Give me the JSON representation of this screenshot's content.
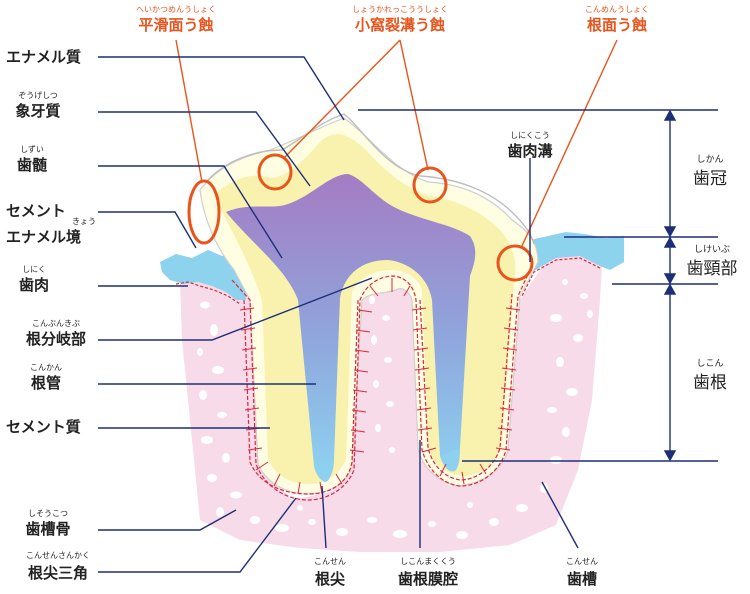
{
  "caries": {
    "smooth_surface": {
      "label": "平滑面う蝕",
      "ruby": "へいかつめんうしょく"
    },
    "pit_fissure": {
      "label": "小窩裂溝う蝕",
      "ruby": "しょうかれっこううしょく"
    },
    "root_surface": {
      "label": "根面う蝕",
      "ruby": "こんめんうしょく"
    }
  },
  "left_labels": {
    "enamel": {
      "label": "エナメル質",
      "ruby": ""
    },
    "dentin": {
      "label": "象牙質",
      "ruby": "ぞうげしつ"
    },
    "pulp": {
      "label": "歯髄",
      "ruby": "しずい"
    },
    "cej_line1": {
      "label": "セメント",
      "ruby": ""
    },
    "cej_line2": {
      "label": "エナメル境",
      "ruby": "きょう"
    },
    "gingiva": {
      "label": "歯肉",
      "ruby": "しにく"
    },
    "furcation": {
      "label": "根分岐部",
      "ruby": "こんぶんきぶ"
    },
    "root_canal": {
      "label": "根管",
      "ruby": "こんかん"
    },
    "cementum": {
      "label": "セメント質",
      "ruby": ""
    },
    "alveolar_bone": {
      "label": "歯槽骨",
      "ruby": "しそうこつ"
    },
    "apical_delta": {
      "label": "根尖三角",
      "ruby": "こんせんさんかく"
    }
  },
  "right_labels": {
    "gingival_sulcus": {
      "label": "歯肉溝",
      "ruby": "しにくこう"
    }
  },
  "bottom_labels": {
    "apex": {
      "label": "根尖",
      "ruby": "こんせん"
    },
    "pdl_space": {
      "label": "歯根膜腔",
      "ruby": "しこんまくくう"
    },
    "socket": {
      "label": "歯槽",
      "ruby": "こんせん"
    }
  },
  "zones": {
    "crown": {
      "label": "歯冠",
      "ruby": "しかん"
    },
    "neck": {
      "label": "歯頸部",
      "ruby": "しけいぶ"
    },
    "root": {
      "label": "歯根",
      "ruby": "しこん"
    }
  },
  "colors": {
    "bone": "#f7dbe9",
    "gum": "#8dd3ee",
    "enamel_halo": "#fffde2",
    "dentin": "#f8f2ae",
    "pulp_top": "#a47cc4",
    "pulp_bottom": "#8ed0f0",
    "leader": "#1d2f78",
    "caries": "#e8541c",
    "fiber": "#e0243c"
  }
}
